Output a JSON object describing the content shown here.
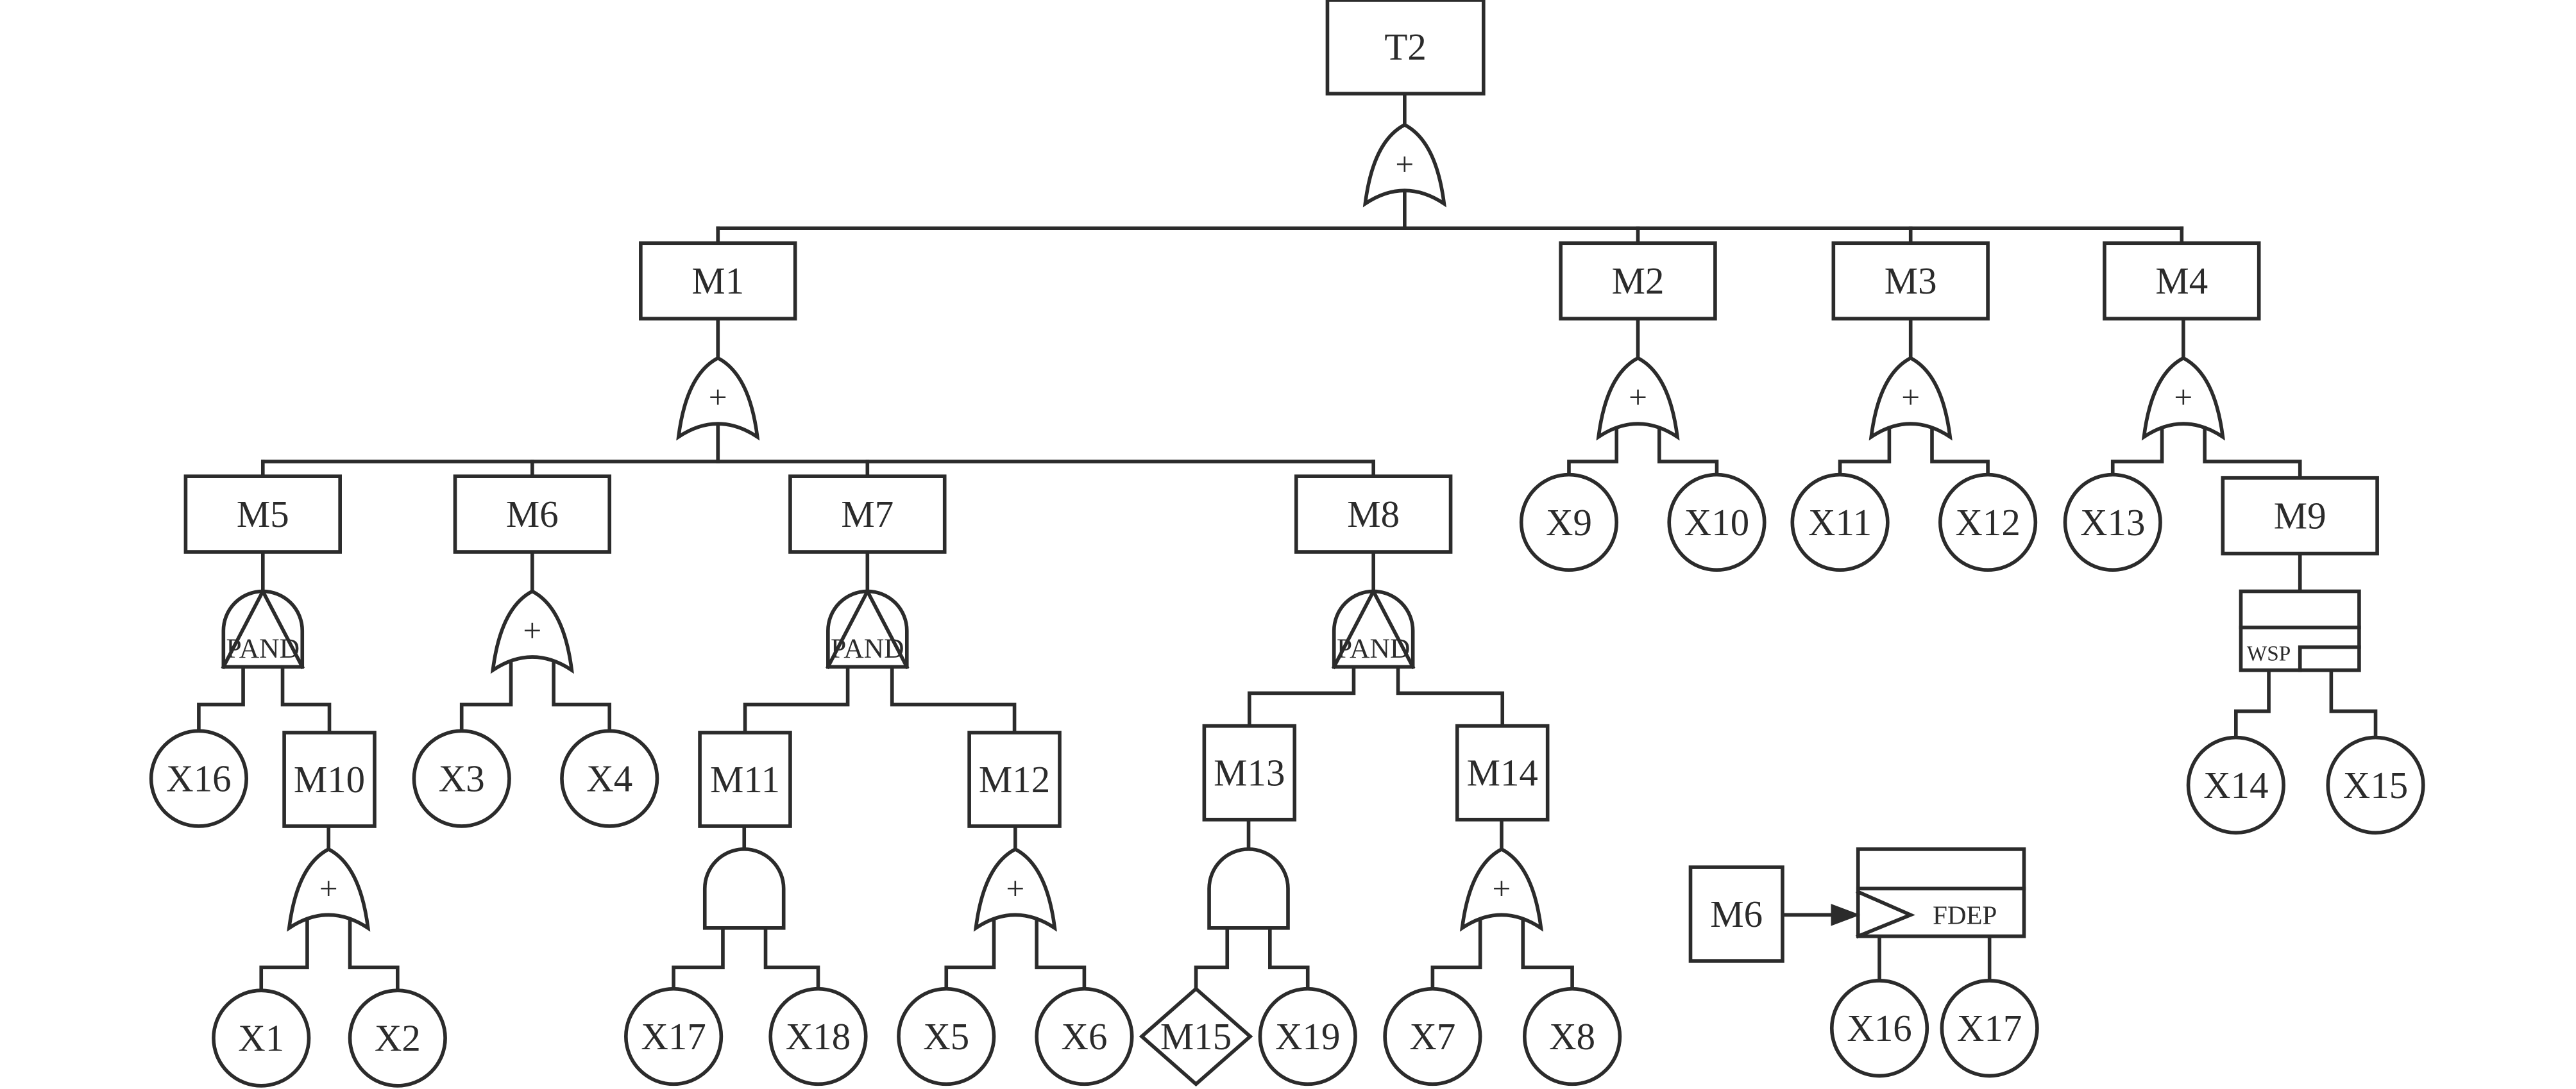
{
  "title": "Dynamic fault tree T2",
  "gate_symbols": {
    "or": "+",
    "pand": "PAND",
    "wsp": "WSP",
    "fdep": "FDEP"
  },
  "events": {
    "T2": "T2",
    "M1": "M1",
    "M2": "M2",
    "M3": "M3",
    "M4": "M4",
    "M5": "M5",
    "M6": "M6",
    "M7": "M7",
    "M8": "M8",
    "M9": "M9",
    "M10": "M10",
    "M11": "M11",
    "M12": "M12",
    "M13": "M13",
    "M14": "M14",
    "M15": "M15",
    "X1": "X1",
    "X2": "X2",
    "X3": "X3",
    "X4": "X4",
    "X5": "X5",
    "X6": "X6",
    "X7": "X7",
    "X8": "X8",
    "X9": "X9",
    "X10": "X10",
    "X11": "X11",
    "X12": "X12",
    "X13": "X13",
    "X14": "X14",
    "X15": "X15",
    "X16": "X16",
    "X17": "X17",
    "X18": "X18",
    "X19": "X19"
  },
  "tree": [
    {
      "event": "T2",
      "gate": "or",
      "children": [
        "M1",
        "M2",
        "M3",
        "M4"
      ]
    },
    {
      "event": "M1",
      "gate": "or",
      "children": [
        "M5",
        "M6",
        "M7",
        "M8"
      ]
    },
    {
      "event": "M2",
      "gate": "or",
      "children": [
        "X9",
        "X10"
      ]
    },
    {
      "event": "M3",
      "gate": "or",
      "children": [
        "X11",
        "X12"
      ]
    },
    {
      "event": "M4",
      "gate": "or",
      "children": [
        "X13",
        "M9"
      ]
    },
    {
      "event": "M5",
      "gate": "pand",
      "children": [
        "X16",
        "M10"
      ]
    },
    {
      "event": "M6",
      "gate": "or",
      "children": [
        "X3",
        "X4"
      ]
    },
    {
      "event": "M7",
      "gate": "pand",
      "children": [
        "M11",
        "M12"
      ]
    },
    {
      "event": "M8",
      "gate": "pand",
      "children": [
        "M13",
        "M14"
      ]
    },
    {
      "event": "M9",
      "gate": "wsp",
      "children": [
        "X14",
        "X15"
      ]
    },
    {
      "event": "M10",
      "gate": "or",
      "children": [
        "X1",
        "X2"
      ]
    },
    {
      "event": "M11",
      "gate": "and",
      "children": [
        "X17",
        "X18"
      ]
    },
    {
      "event": "M12",
      "gate": "or",
      "children": [
        "X5",
        "X6"
      ]
    },
    {
      "event": "M13",
      "gate": "and",
      "children": [
        "M15",
        "X19"
      ]
    },
    {
      "event": "M14",
      "gate": "or",
      "children": [
        "X7",
        "X8"
      ]
    }
  ],
  "fdep": {
    "trigger": "M6",
    "gate": "fdep",
    "dependents": [
      "X16",
      "X17"
    ]
  },
  "undeveloped_events": [
    "M15"
  ]
}
